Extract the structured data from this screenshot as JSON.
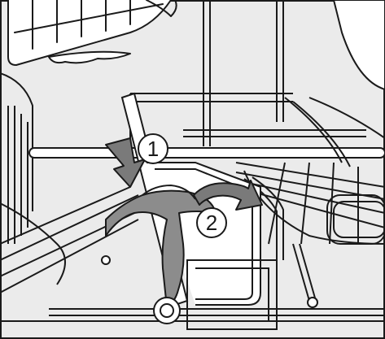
{
  "figure": {
    "description_visible": false,
    "colors": {
      "background": "#ebebeb",
      "wire": "#ffffff",
      "outline": "#1a1a1a",
      "tool": "#8c8c8c",
      "arrow": "#7a7a7a"
    },
    "callouts": [
      {
        "id": "step-1",
        "label": "1"
      },
      {
        "id": "step-2",
        "label": "2"
      }
    ]
  }
}
